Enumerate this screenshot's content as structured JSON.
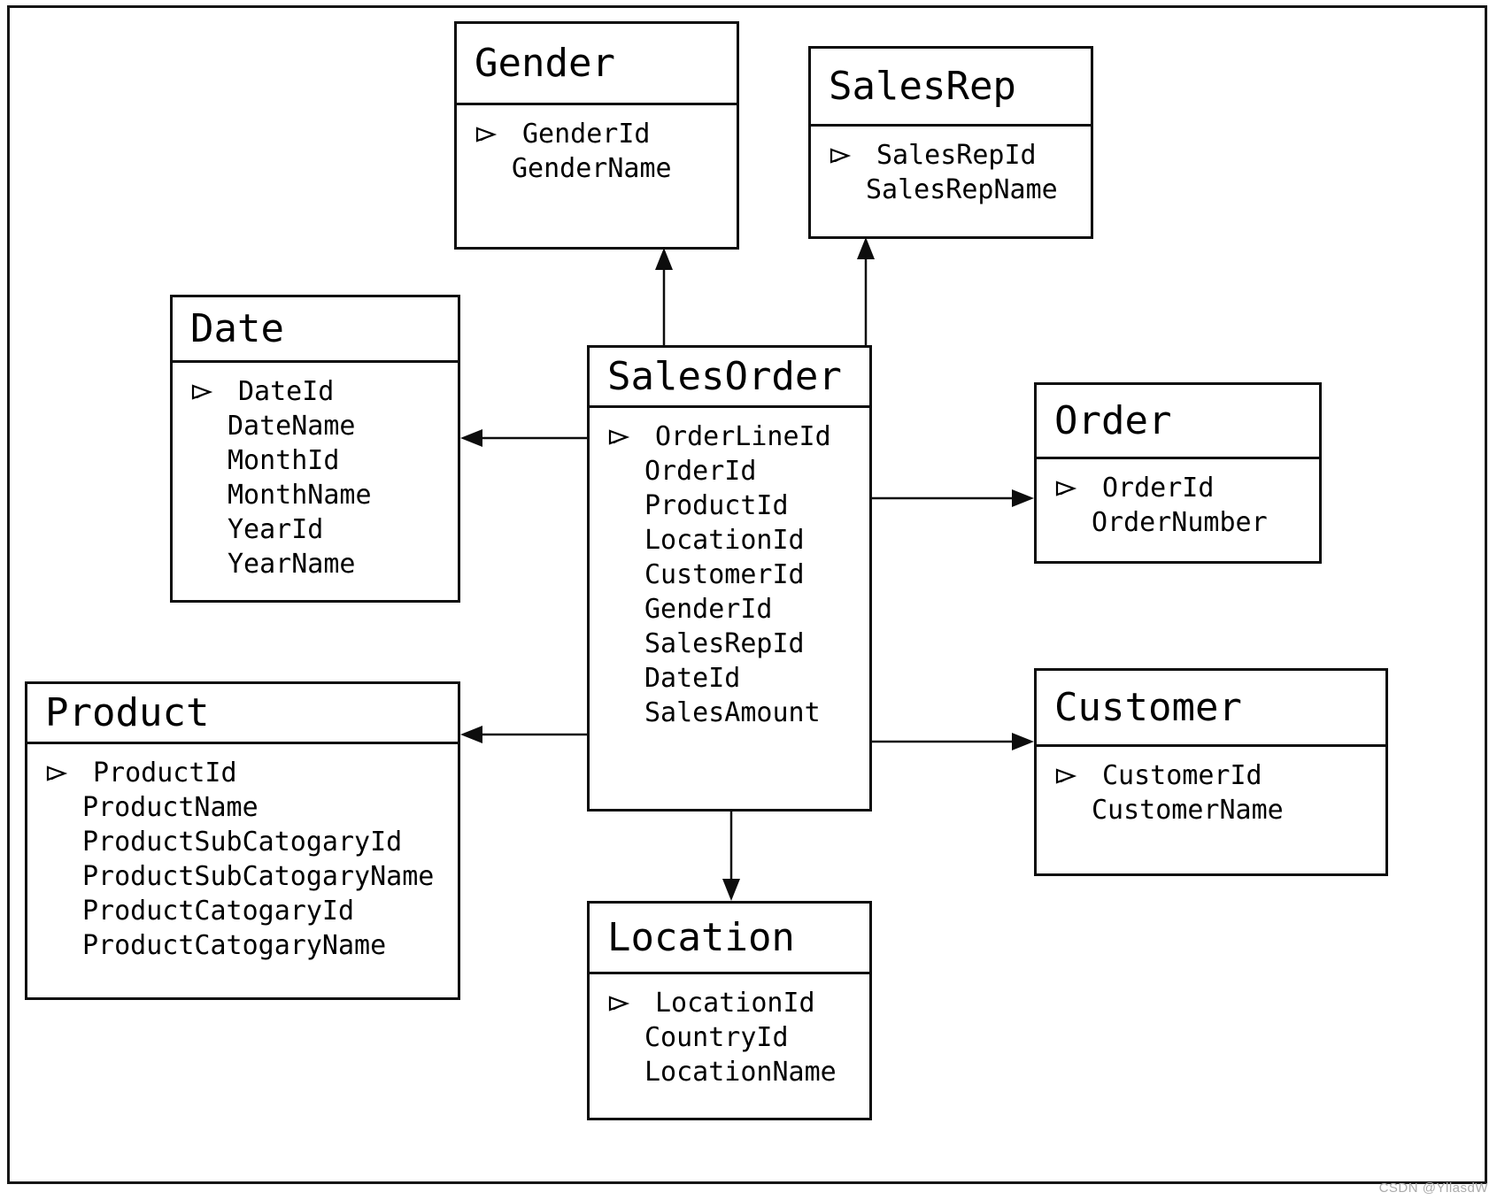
{
  "page": {
    "background": "#ffffff",
    "line_color": "#0d0d0d",
    "watermark": {
      "text": "CSDN @YllasdW",
      "color": "#ababab"
    }
  },
  "diagram": {
    "type": "entity-relationship-schema",
    "fact_table": "SalesOrder",
    "pk_icon": "pk-arrow-icon",
    "tables": [
      {
        "id": "gender",
        "title": "Gender",
        "fields": [
          {
            "name": "GenderId",
            "pk": true
          },
          {
            "name": "GenderName",
            "pk": false
          }
        ]
      },
      {
        "id": "salesrep",
        "title": "SalesRep",
        "fields": [
          {
            "name": "SalesRepId",
            "pk": true
          },
          {
            "name": "SalesRepName",
            "pk": false
          }
        ]
      },
      {
        "id": "date",
        "title": "Date",
        "fields": [
          {
            "name": "DateId",
            "pk": true
          },
          {
            "name": "DateName",
            "pk": false
          },
          {
            "name": "MonthId",
            "pk": false
          },
          {
            "name": "MonthName",
            "pk": false
          },
          {
            "name": "YearId",
            "pk": false
          },
          {
            "name": "YearName",
            "pk": false
          }
        ]
      },
      {
        "id": "salesorder",
        "title": "SalesOrder",
        "fields": [
          {
            "name": "OrderLineId",
            "pk": true
          },
          {
            "name": "OrderId",
            "pk": false
          },
          {
            "name": "ProductId",
            "pk": false
          },
          {
            "name": "LocationId",
            "pk": false
          },
          {
            "name": "CustomerId",
            "pk": false
          },
          {
            "name": "GenderId",
            "pk": false
          },
          {
            "name": "SalesRepId",
            "pk": false
          },
          {
            "name": "DateId",
            "pk": false
          },
          {
            "name": "SalesAmount",
            "pk": false
          }
        ]
      },
      {
        "id": "order",
        "title": "Order",
        "fields": [
          {
            "name": "OrderId",
            "pk": true
          },
          {
            "name": "OrderNumber",
            "pk": false
          }
        ]
      },
      {
        "id": "customer",
        "title": "Customer",
        "fields": [
          {
            "name": "CustomerId",
            "pk": true
          },
          {
            "name": "CustomerName",
            "pk": false
          }
        ]
      },
      {
        "id": "product",
        "title": "Product",
        "fields": [
          {
            "name": "ProductId",
            "pk": true
          },
          {
            "name": "ProductName",
            "pk": false
          },
          {
            "name": "ProductSubCatogaryId",
            "pk": false
          },
          {
            "name": "ProductSubCatogaryName",
            "pk": false
          },
          {
            "name": "ProductCatogaryId",
            "pk": false
          },
          {
            "name": "ProductCatogaryName",
            "pk": false
          }
        ]
      },
      {
        "id": "location",
        "title": "Location",
        "fields": [
          {
            "name": "LocationId",
            "pk": true
          },
          {
            "name": "CountryId",
            "pk": false
          },
          {
            "name": "LocationName",
            "pk": false
          }
        ]
      }
    ],
    "relationships": [
      {
        "from": "SalesOrder",
        "to": "Gender"
      },
      {
        "from": "SalesOrder",
        "to": "SalesRep"
      },
      {
        "from": "SalesOrder",
        "to": "Date"
      },
      {
        "from": "SalesOrder",
        "to": "Order"
      },
      {
        "from": "SalesOrder",
        "to": "Customer"
      },
      {
        "from": "SalesOrder",
        "to": "Product"
      },
      {
        "from": "SalesOrder",
        "to": "Location"
      }
    ]
  }
}
